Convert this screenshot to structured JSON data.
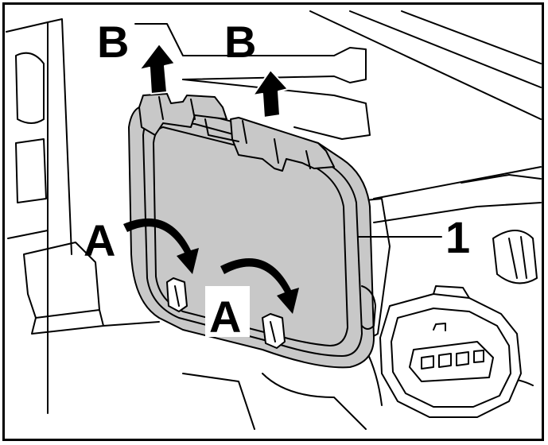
{
  "labels": {
    "b_left": "B",
    "b_right": "B",
    "a_left": "A",
    "a_bottom": "A",
    "part_1": "1"
  },
  "colors": {
    "ink": "#000000",
    "paper": "#ffffff",
    "cover_fill": "#c8c8c8",
    "highlight_fill": "#b9b9b9"
  }
}
